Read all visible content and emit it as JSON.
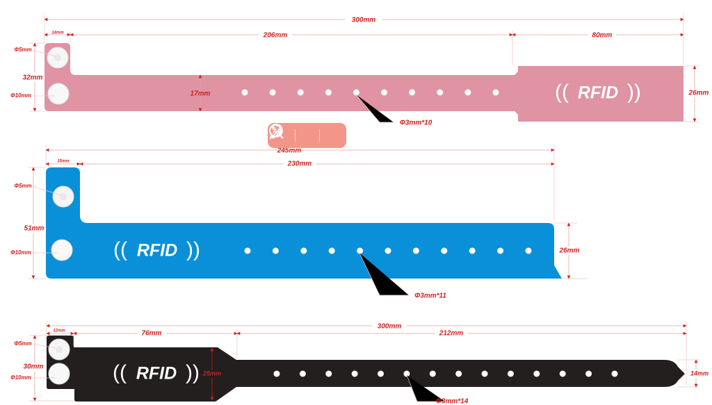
{
  "colors": {
    "pink_band": "#df93a3",
    "blue_band": "#0a90d8",
    "black_band": "#231f1f",
    "dimension": "#d21f1f"
  },
  "bands": [
    {
      "id": "pink",
      "logo": "RFID",
      "hole_count": 10,
      "labels": {
        "total_length": "300mm",
        "tab_width": "14mm",
        "strap_length": "206mm",
        "end_length": "80mm",
        "small_hole": "Φ5mm",
        "height": "32mm",
        "large_hole": "Φ10mm",
        "strap_width": "17mm",
        "end_width": "26mm",
        "holes": "Φ3mm*10"
      }
    },
    {
      "id": "blue",
      "logo": "RFID",
      "hole_count": 11,
      "labels": {
        "total_length": "245mm",
        "tab_width": "15mm",
        "strap_length": "230mm",
        "small_hole": "Φ5mm",
        "height": "51mm",
        "large_hole": "Φ10mm",
        "strap_width": "26mm",
        "holes": "Φ3mm*11"
      }
    },
    {
      "id": "black",
      "logo": "RFID",
      "hole_count": 14,
      "labels": {
        "total_length": "300mm",
        "tab_width": "12mm",
        "head_length": "76mm",
        "strap_length": "212mm",
        "small_hole": "Φ5mm",
        "height": "30mm",
        "large_hole": "Φ10mm",
        "head_width": "25mm",
        "strap_width": "14mm",
        "holes": "Φ3mm*14"
      }
    }
  ],
  "toolbar": {
    "items": [
      "ai-assistant-icon",
      "magic-wand-icon",
      "search-icon"
    ]
  }
}
